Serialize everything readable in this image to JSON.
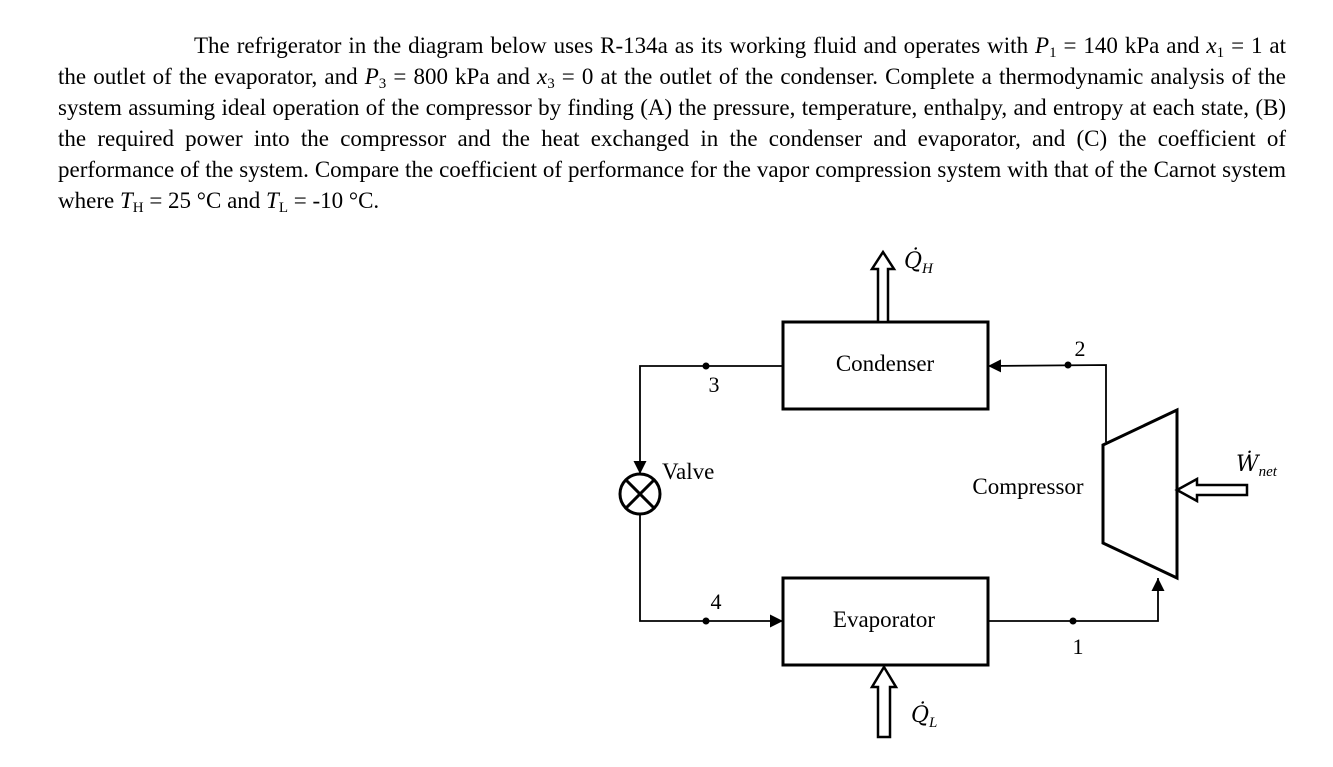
{
  "problem": {
    "s1": "The refrigerator in the diagram below uses R-134a as its working fluid and operates with ",
    "p1_var": "P",
    "p1_sub": "1",
    "s2": " = 140 kPa and ",
    "x1_var": "x",
    "x1_sub": "1",
    "s3": " = 1 at the outlet of the evaporator, and ",
    "p3_var": "P",
    "p3_sub": "3",
    "s4": " = 800 kPa and ",
    "x3_var": "x",
    "x3_sub": "3",
    "s5": " = 0 at the outlet of the condenser. Complete a thermodynamic analysis of the system assuming ideal operation of the compressor by finding (A) the pressure, temperature, enthalpy, and entropy at each state, (B) the required power into the compressor and the heat exchanged in the condenser and evaporator, and (C) the coefficient of performance of the system. Compare the coefficient of performance for the vapor compression system with that of the Carnot system where ",
    "th_var": "T",
    "th_sub": "H",
    "s6": " = 25 °C and ",
    "tl_var": "T",
    "tl_sub": "L",
    "s7": " = -10 °C."
  },
  "diagram": {
    "condenser": "Condenser",
    "evaporator": "Evaporator",
    "compressor": "Compressor",
    "valve": "Valve",
    "state1": "1",
    "state2": "2",
    "state3": "3",
    "state4": "4",
    "qh_symbol": "Q̇",
    "qh_sub": "H",
    "ql_symbol": "Q̇",
    "ql_sub": "L",
    "wnet_symbol": "Ẇ",
    "wnet_sub": "net"
  },
  "colors": {
    "line": "#000000",
    "background": "#ffffff"
  }
}
